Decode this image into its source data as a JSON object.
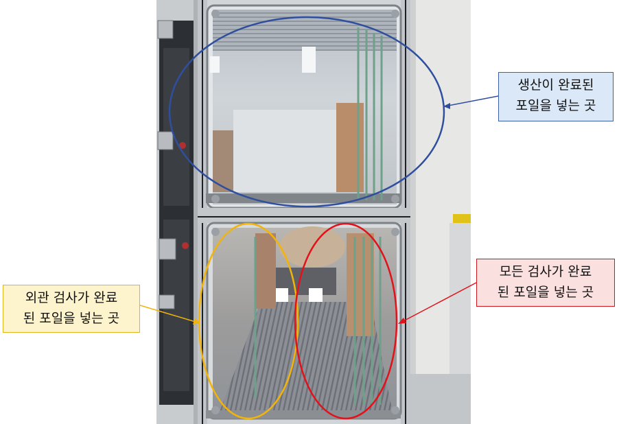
{
  "colors": {
    "top_annotation": "#2f4f9e",
    "left_annotation": "#f2b40a",
    "right_annotation": "#e2111a",
    "top_box_fill": "#dbe8f7",
    "left_box_fill": "#fdf3cc",
    "right_box_fill": "#fbe0e0"
  },
  "annotations": {
    "top": {
      "line1": "생산이 완료된",
      "line2": "포일을 넣는 곳"
    },
    "left": {
      "line1": "외관 검사가 완료",
      "line2": "된 포일을 넣는 곳"
    },
    "right": {
      "line1": "모든 검사가 완료",
      "line2": "된 포일을 넣는 곳"
    }
  }
}
